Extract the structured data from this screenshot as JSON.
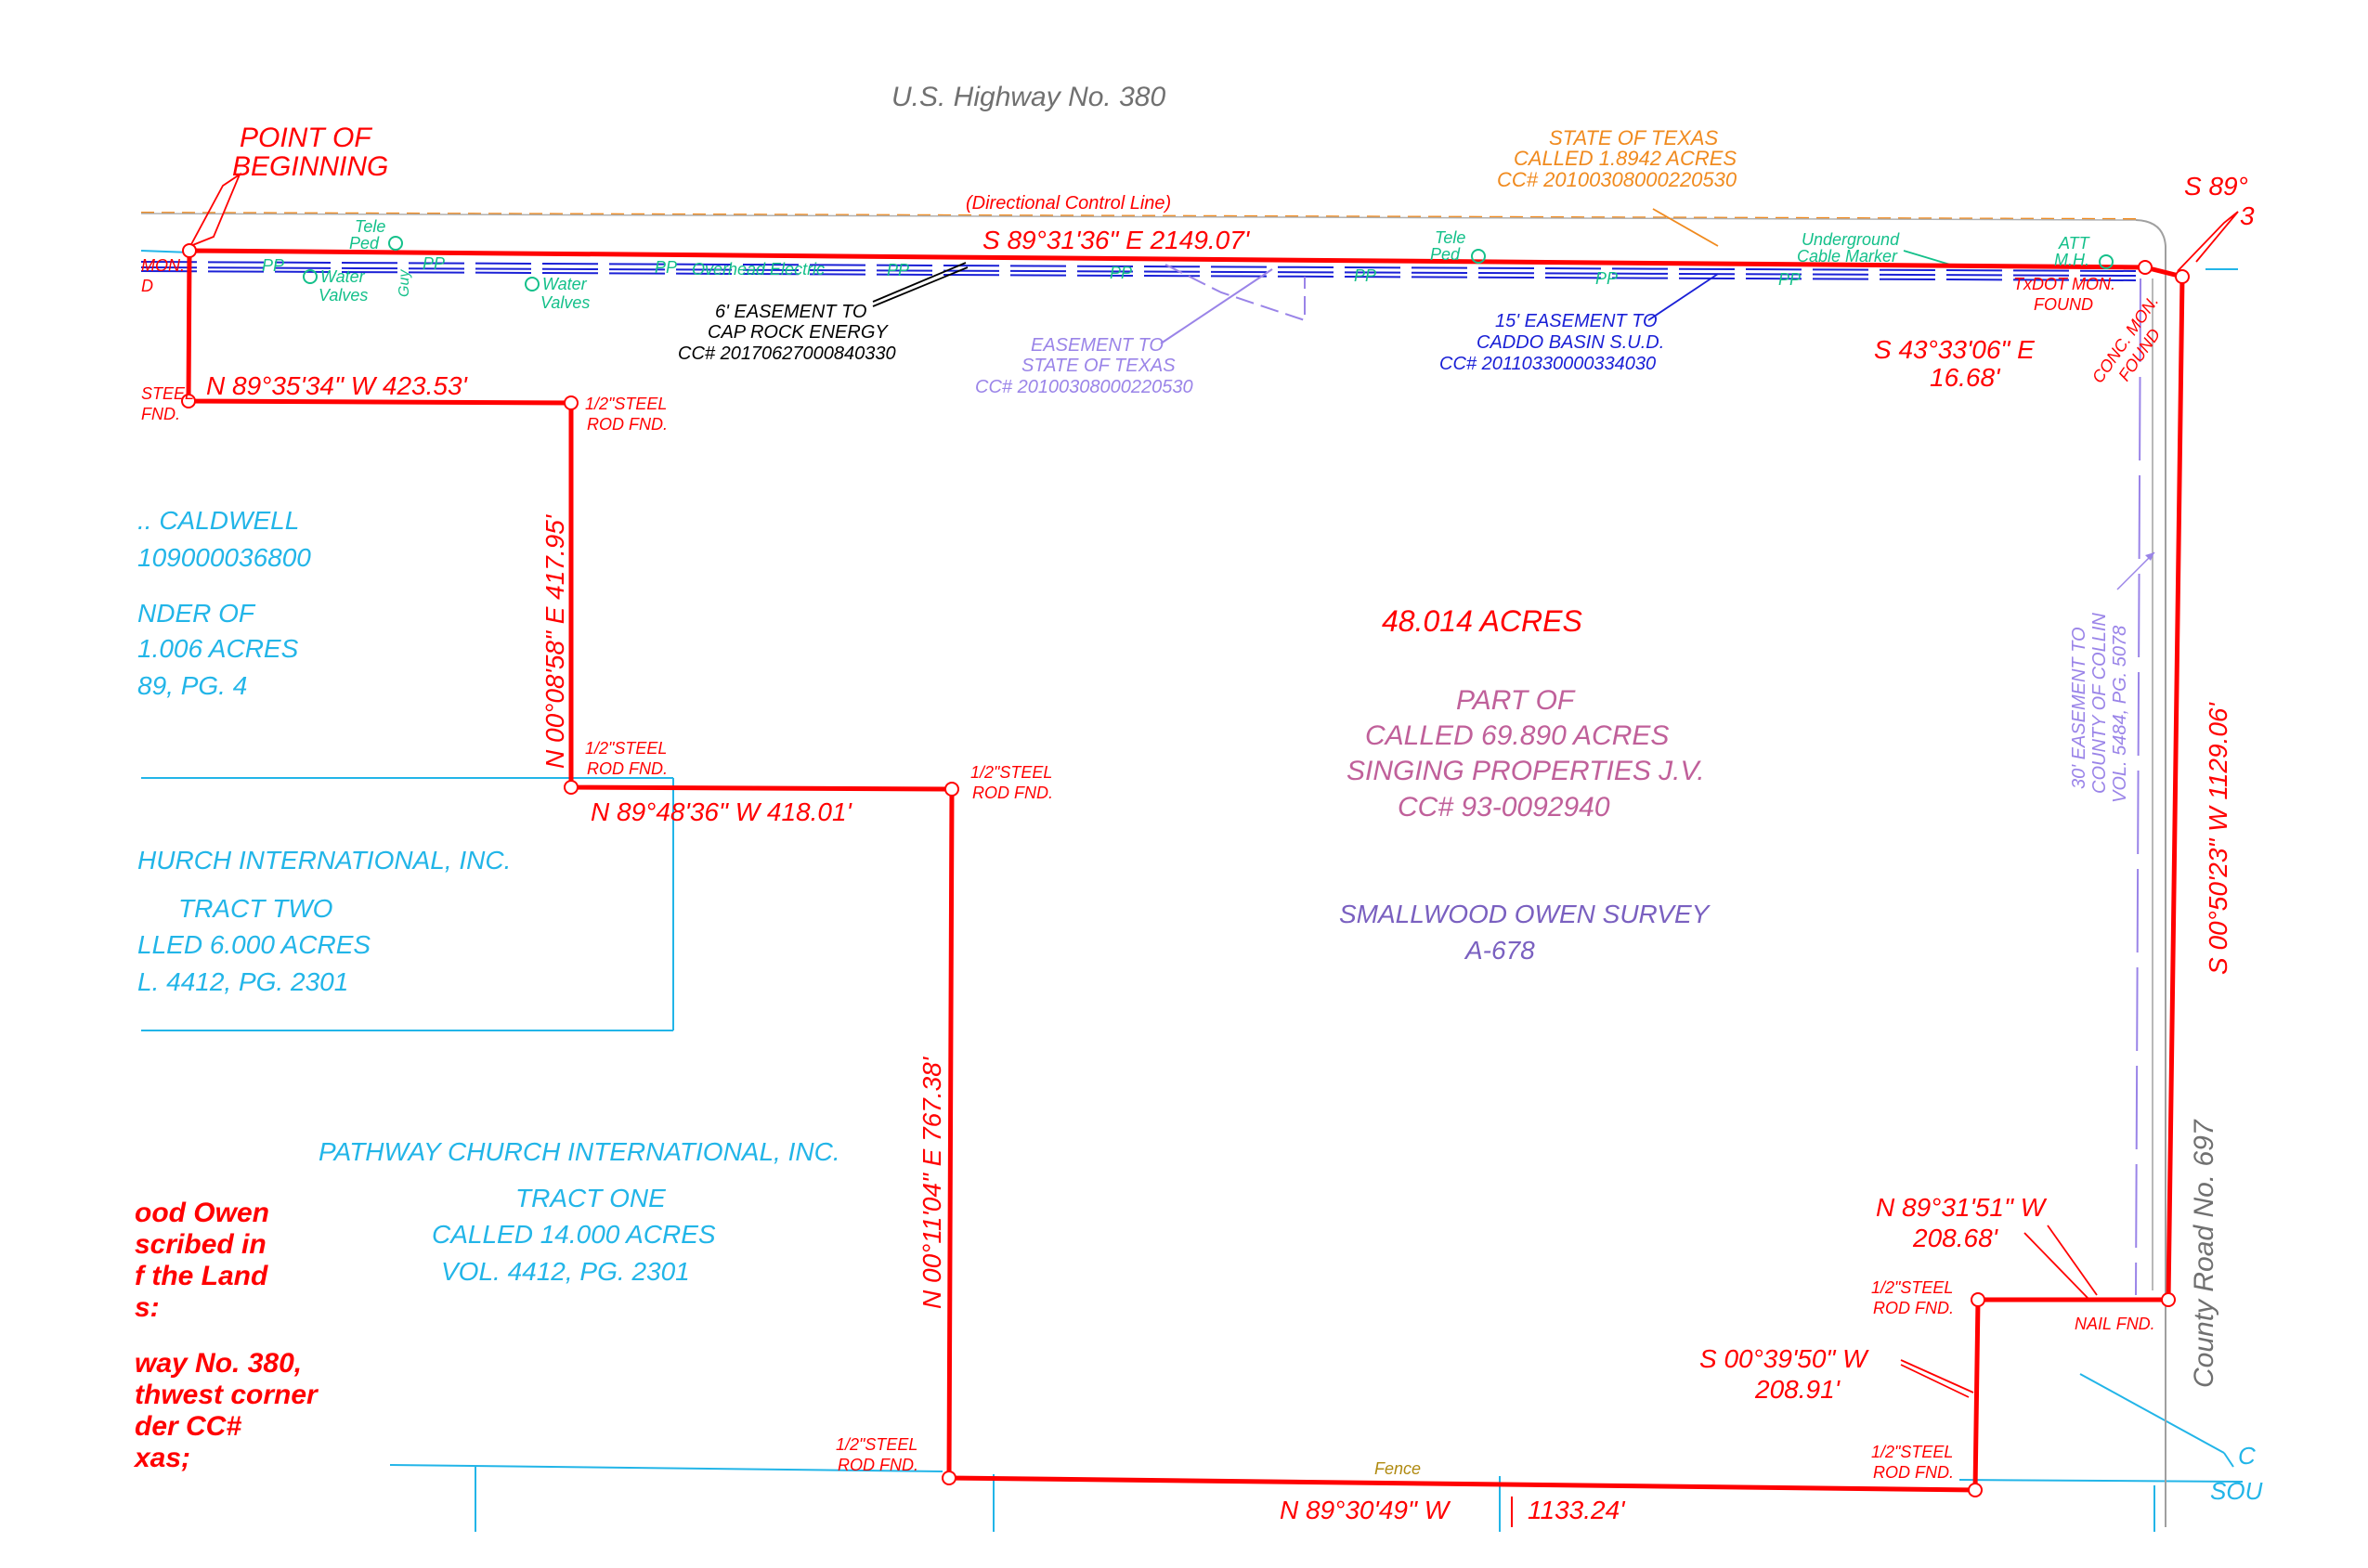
{
  "road_north": "U.S. Highway No. 380",
  "road_east": "County Road No. 697",
  "point_of_beginning": [
    "POINT OF",
    "BEGINNING"
  ],
  "directional_control_line": "(Directional Control Line)",
  "state_texas_called": [
    "STATE OF TEXAS",
    "CALLED 1.8942 ACRES",
    "CC# 20100308000220530"
  ],
  "easement_state_texas": [
    "EASEMENT TO",
    "STATE OF TEXAS",
    "CC# 20100308000220530"
  ],
  "easement_cap_rock": [
    "6' EASEMENT TO",
    "CAP ROCK ENERGY",
    "CC# 20170627000840330"
  ],
  "easement_caddo": [
    "15' EASEMENT TO",
    "CADDO BASIN S.U.D.",
    "CC# 20110330000334030"
  ],
  "easement_collin": [
    "30' EASEMENT TO",
    "COUNTY OF COLLIN",
    "VOL. 5484, PG. 5078"
  ],
  "utilities": {
    "tele_ped_1": [
      "Tele",
      "Ped"
    ],
    "tele_ped_2": [
      "Tele",
      "Ped"
    ],
    "water_valves_1": [
      "Water",
      "Valves"
    ],
    "water_valves_2": [
      "Water",
      "Valves"
    ],
    "overhead_electric": "Overhead Electric",
    "underground_cable": [
      "Underground",
      "Cable Marker"
    ],
    "att_mh": [
      "ATT",
      "M.H."
    ],
    "pp": "PP",
    "guy": "Guy"
  },
  "calls": {
    "north": "S 89°31'36\" E   2149.07'",
    "nw_jog": "N 89°35'34\" W   423.53'",
    "west_upper": "N 00°08'58\" E   417.95'",
    "mid_jog": "N 89°48'36\" W   418.01'",
    "west_lower": "N 00°11'04\" E   767.38'",
    "south": "N 89°30'49\" W",
    "south_dist": "1133.24'",
    "east": "S 00°50'23\" W   1129.06'",
    "se_jog_bearing": "N 89°31'51\" W",
    "se_jog_dist": "208.68'",
    "se_vert_bearing": "S 00°39'50\" W",
    "se_vert_dist": "208.91'",
    "ne_corner_bearing": "S 43°33'06\" E",
    "ne_corner_dist": "16.68'",
    "ne_cut_bearing": "S 89°",
    "ne_cut_dist": "3"
  },
  "monuments": {
    "steel_rod": [
      "1/2\"STEEL",
      "ROD FND."
    ],
    "steel_rod_partial": [
      "STEEL",
      "FND."
    ],
    "txdot": [
      "TxDOT MON.",
      "FOUND"
    ],
    "conc_mon": [
      "CONC. MON.",
      "FOUND"
    ],
    "nail": "NAIL FND.",
    "mon_partial": [
      "MON.",
      "D"
    ]
  },
  "tract_acres": "48.014 ACRES",
  "parent_tract": [
    "PART OF",
    "CALLED 69.890 ACRES",
    "SINGING PROPERTIES J.V.",
    "CC# 93-0092940"
  ],
  "survey": [
    "SMALLWOOD OWEN SURVEY",
    "A-678"
  ],
  "adjoiner_caldwell": [
    ".. CALDWELL",
    "109000036800",
    "NDER OF",
    "1.006 ACRES",
    "89, PG. 4"
  ],
  "adjoiner_tract_two": [
    "HURCH INTERNATIONAL, INC.",
    "TRACT TWO",
    "LLED 6.000 ACRES",
    "L. 4412, PG. 2301"
  ],
  "adjoiner_tract_one": [
    "PATHWAY CHURCH INTERNATIONAL, INC.",
    "TRACT ONE",
    "CALLED 14.000 ACRES",
    "VOL. 4412, PG. 2301"
  ],
  "legal_description_fragment": [
    "ood Owen",
    "scribed in",
    "f the Land",
    "s:",
    "way No. 380,",
    "thwest corner",
    "der CC#",
    "xas;"
  ],
  "fence": "Fence",
  "southeast_partial": [
    "C",
    "SOU"
  ],
  "colors": {
    "boundary": "#ff0000",
    "adjoiner": "#22b5e8",
    "utility": "#14c08a",
    "state": "#f08a1e",
    "easement_violet": "#9a84e8",
    "easement_blue": "#1a20d6",
    "parent": "#c0609a",
    "survey": "#7a60c0"
  }
}
